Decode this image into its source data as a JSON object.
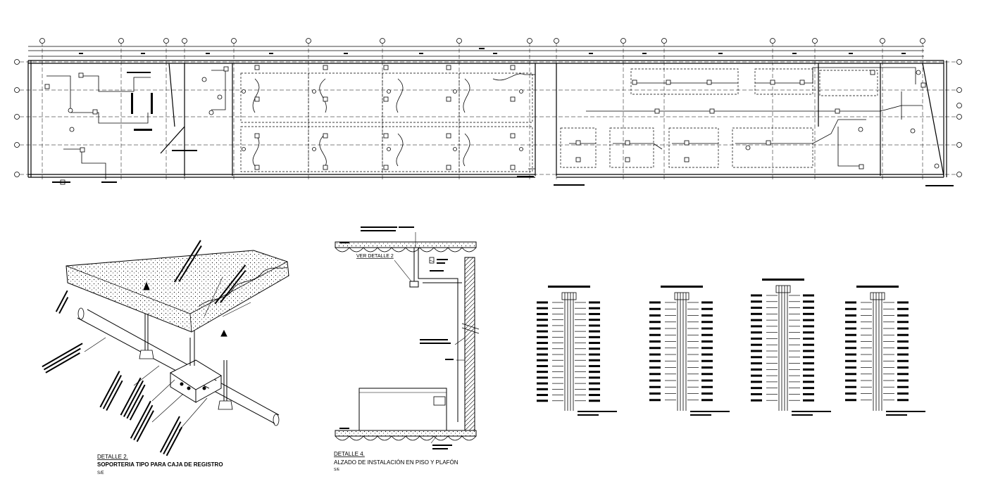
{
  "drawing": {
    "detail2": {
      "title": "DETALLE 2.",
      "subtitle": "SOPORTERIA TIPO PARA CAJA DE REGISTRO",
      "scale": "S/E"
    },
    "detail4": {
      "title": "DETALLE 4.",
      "subtitle": "ALZADO DE INSTALACIÓN  EN PISO Y PLAFÓN",
      "scale": "S/E",
      "callout": "VER DETALLE 2"
    }
  },
  "colors": {
    "ink": "#000000",
    "paper": "#ffffff",
    "hatch": "#333333"
  }
}
